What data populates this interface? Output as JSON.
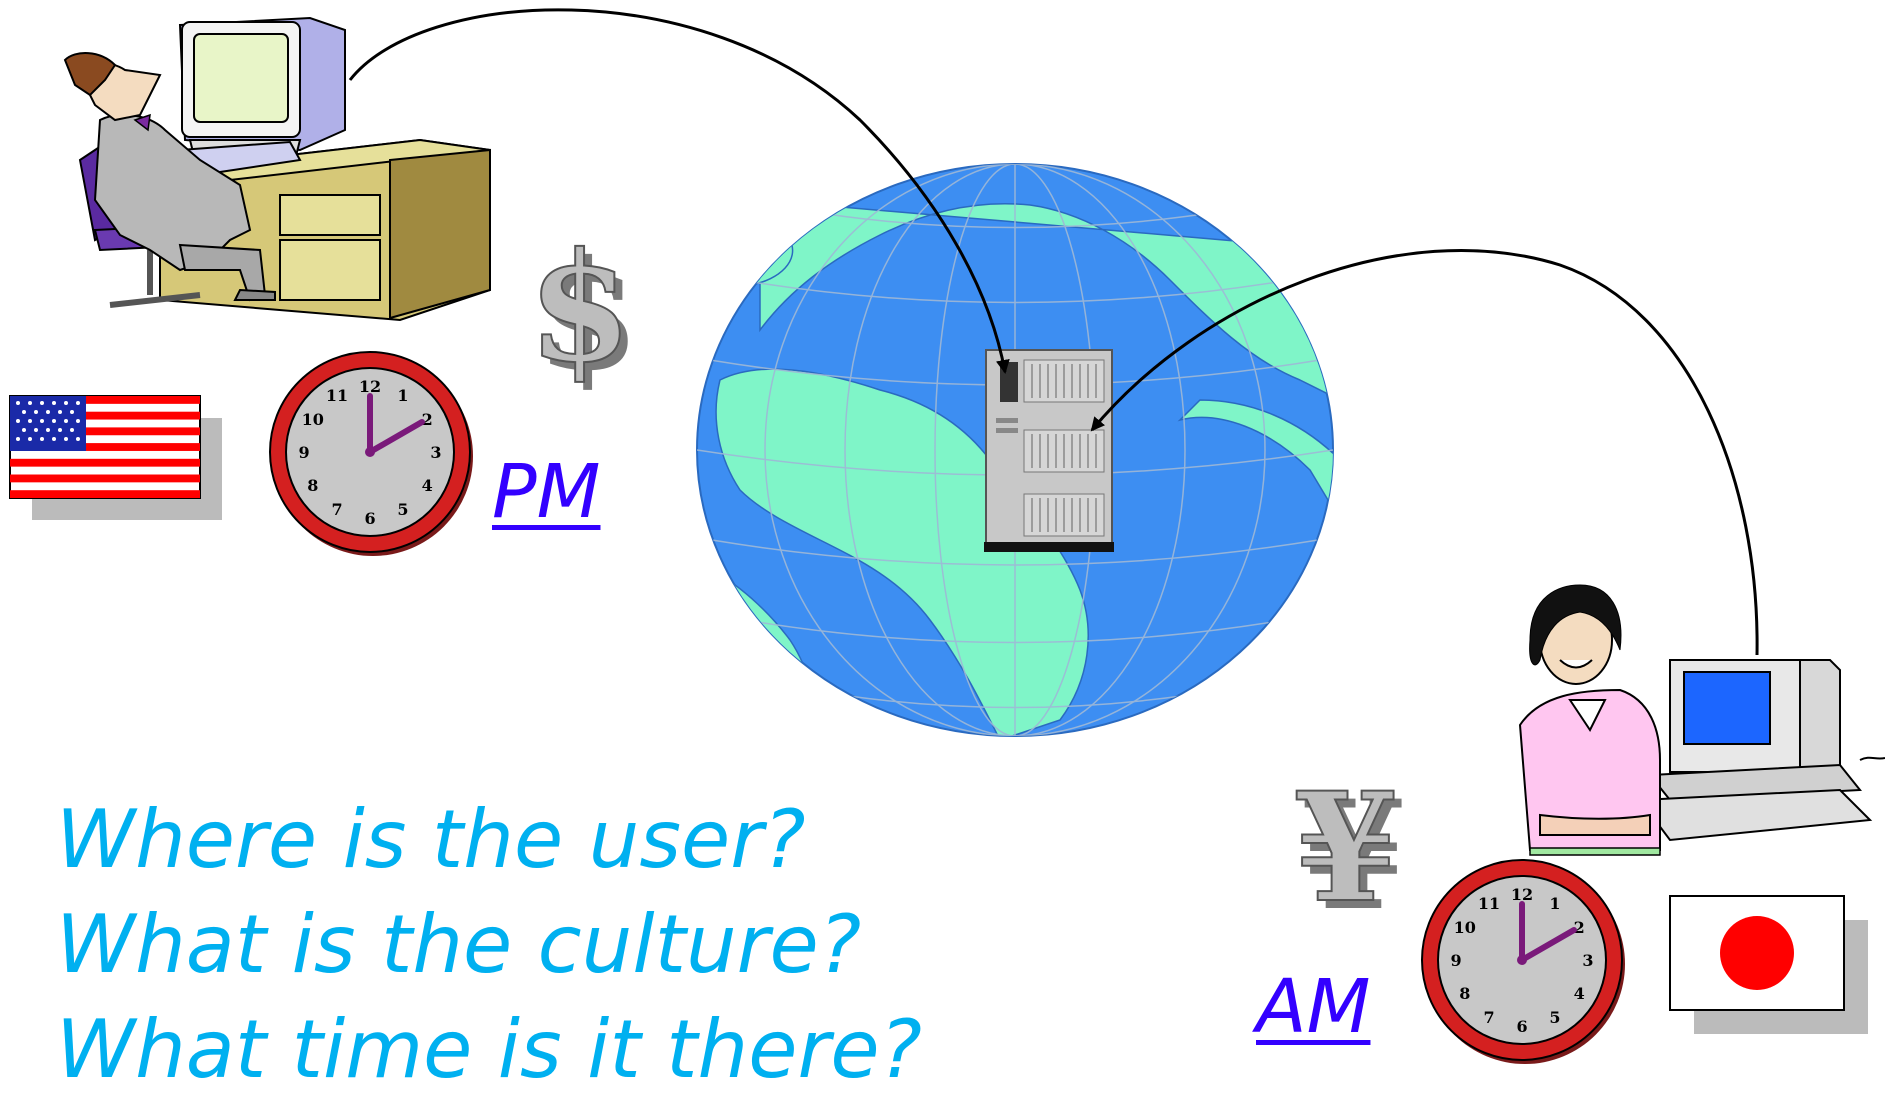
{
  "colors": {
    "text": "#00b0f0",
    "ampm": "#3300ff",
    "ocean": "#3d8ef2",
    "land": "#7ff5c8",
    "clock_rim": "#d42020",
    "clock_hand": "#7a1a7a",
    "flag_red": "#ff0000"
  },
  "questions": [
    "Where is the user?",
    "What is the culture?",
    "What time is it there?"
  ],
  "left_site": {
    "period": "PM",
    "currency_symbol": "$",
    "flag": "usa-flag",
    "person": "man-at-desk"
  },
  "right_site": {
    "period": "AM",
    "currency_symbol": "¥",
    "flag": "japan-flag",
    "person": "woman-at-computer"
  },
  "clock_numbers": [
    "12",
    "1",
    "2",
    "3",
    "4",
    "5",
    "6",
    "7",
    "8",
    "9",
    "10",
    "11"
  ],
  "center": {
    "globe": "globe-icon",
    "server": "server-icon"
  }
}
